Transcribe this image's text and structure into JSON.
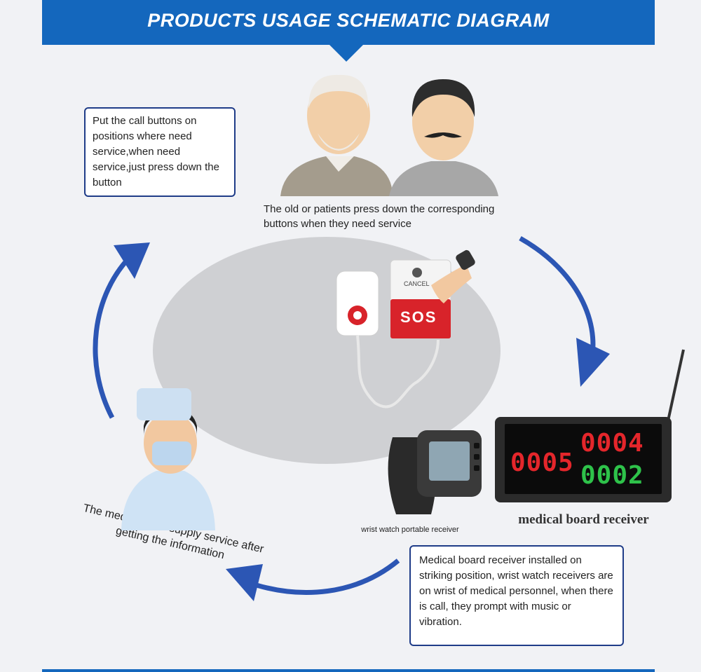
{
  "header": {
    "title": "PRODUCTS USAGE SCHEMATIC DIAGRAM"
  },
  "steps": {
    "place_buttons": "Put the call buttons on positions where need service,when need service,just press down the button",
    "patients_press": "The old or patients press down the corresponding buttons when they need service",
    "receivers_note": "Medical board receiver installed on striking position, wrist watch receivers are on wrist of medical personnel, when there is call, they prompt with music or vibration.",
    "staff_service": "The medical staff supply service after getting the information"
  },
  "devices": {
    "sos_label": "SOS",
    "cancel_label": "CANCEL",
    "watch_caption": "wrist watch portable receiver",
    "board_caption": "medical board receiver",
    "board_display": {
      "left": "0005",
      "top_right": "0004",
      "bottom_right": "0002"
    }
  },
  "colors": {
    "banner": "#1467bd",
    "arrow": "#2c56b4",
    "led_red": "#e4262b",
    "led_green": "#2ec24a",
    "sos_red": "#d8232a"
  }
}
